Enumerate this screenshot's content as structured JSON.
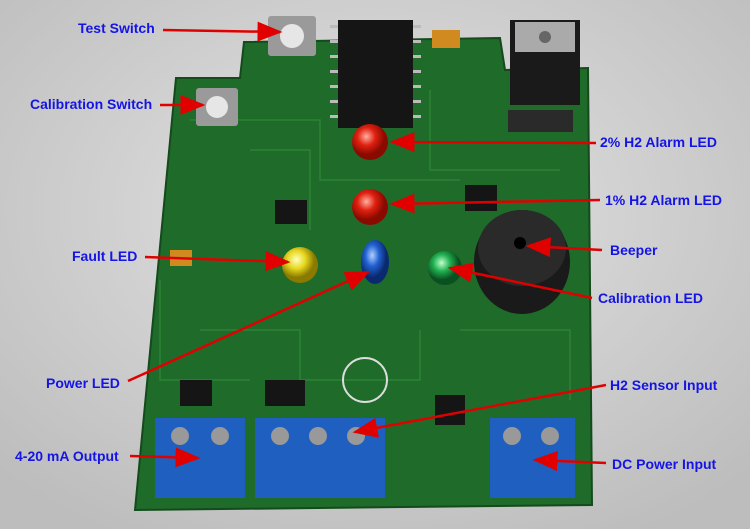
{
  "labels": {
    "test_switch": "Test Switch",
    "calibration_switch": "Calibration Switch",
    "alarm_2pct": "2% H2 Alarm LED",
    "alarm_1pct": "1% H2 Alarm LED",
    "fault_led": "Fault LED",
    "beeper": "Beeper",
    "calibration_led": "Calibration LED",
    "power_led": "Power LED",
    "h2_sensor_input": "H2 Sensor Input",
    "output_4_20": "4-20 mA Output",
    "dc_power_input": "DC Power Input"
  },
  "colors": {
    "label": "#1414e6",
    "arrow": "#e00000",
    "pcb": "#1f6b2a",
    "terminal": "#1f5fbf"
  }
}
